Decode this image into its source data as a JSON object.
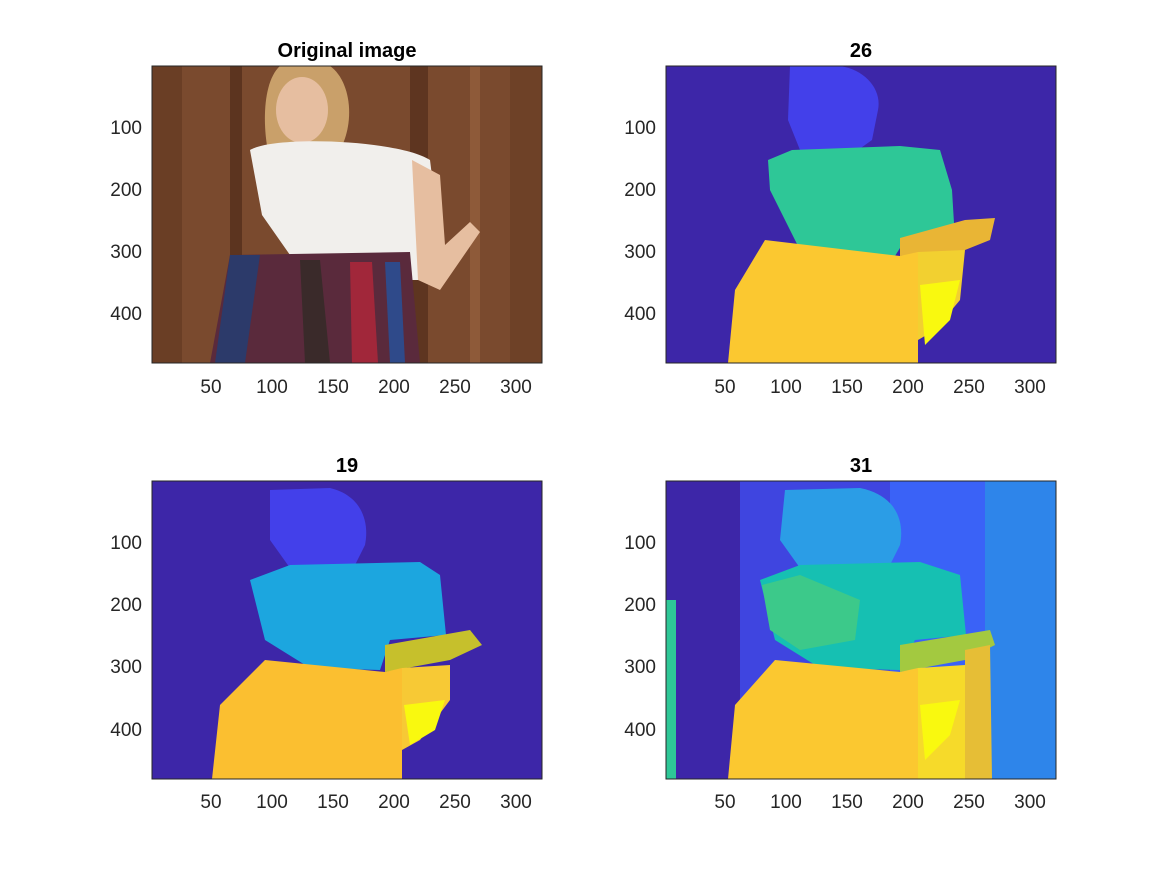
{
  "figure": {
    "panels": [
      {
        "title": "Original image",
        "kind": "photo",
        "x_ticks": [
          "50",
          "100",
          "150",
          "200",
          "250",
          "300"
        ],
        "y_ticks": [
          "100",
          "200",
          "300",
          "400"
        ]
      },
      {
        "title": "26",
        "kind": "segmentation",
        "x_ticks": [
          "50",
          "100",
          "150",
          "200",
          "250",
          "300"
        ],
        "y_ticks": [
          "100",
          "200",
          "300",
          "400"
        ]
      },
      {
        "title": "19",
        "kind": "segmentation",
        "x_ticks": [
          "50",
          "100",
          "150",
          "200",
          "250",
          "300"
        ],
        "y_ticks": [
          "100",
          "200",
          "300",
          "400"
        ]
      },
      {
        "title": "31",
        "kind": "segmentation",
        "x_ticks": [
          "50",
          "100",
          "150",
          "200",
          "250",
          "300"
        ],
        "y_ticks": [
          "100",
          "200",
          "300",
          "400"
        ]
      }
    ],
    "colors": {
      "background_region": "#3d26a8",
      "face_region": "#4340ea",
      "torso_region_26": "#2ec797",
      "torso_region_19": "#1ca6df",
      "skirt_region": "#fbc830",
      "arm_region": "#e9b535",
      "highlight_region": "#f9f90f",
      "wood": "#7a4a2e"
    }
  }
}
